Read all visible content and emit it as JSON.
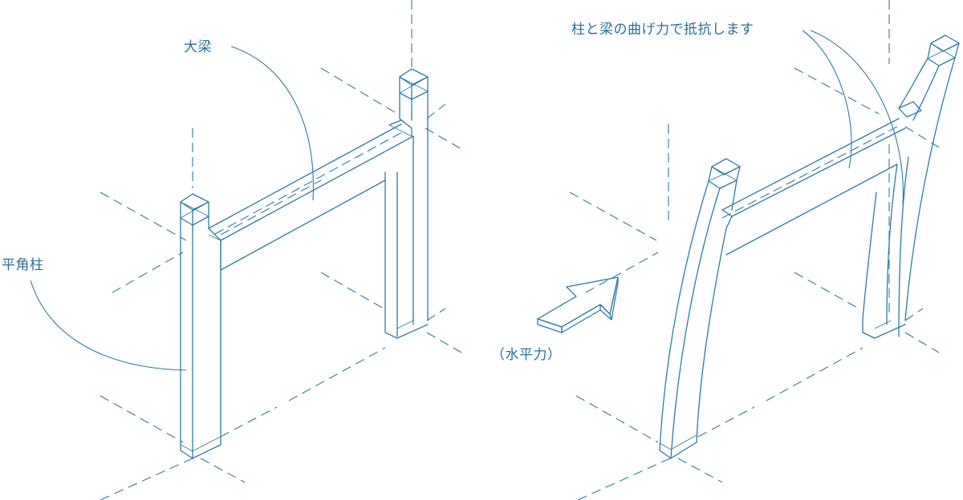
{
  "labels": {
    "beam": "大梁",
    "column": "平角柱",
    "resist": "柱と梁の曲げ力で抵抗します",
    "horizontal_force": "（水平力）"
  },
  "colors": {
    "line": "#2f7aa3",
    "text": "#2a6f97",
    "background": "#ffffff"
  }
}
